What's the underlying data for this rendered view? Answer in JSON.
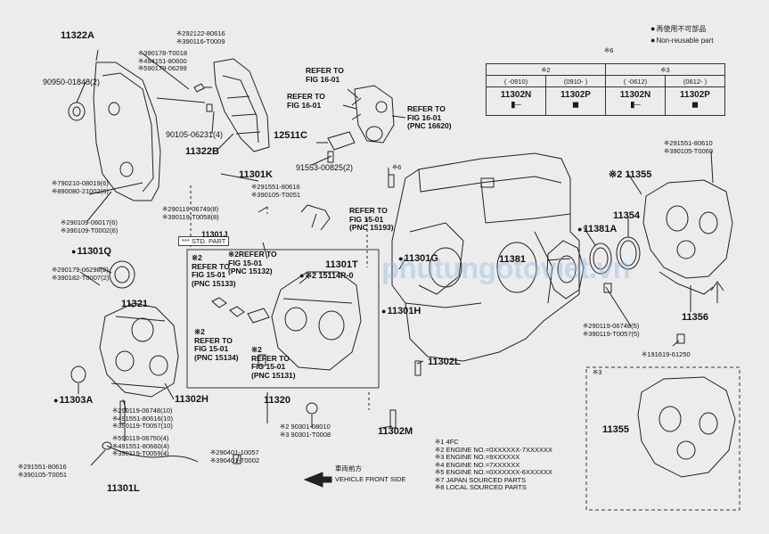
{
  "legend": {
    "not_reusable_cn": "再使用不可部品",
    "not_reusable_en": "Non-reusable part"
  },
  "std_part": "*** STD. PART",
  "watermark": "phutungotoviet.vn",
  "vehicle_front": {
    "cn": "車両前方",
    "en": "VEHICLE FRONT SIDE"
  },
  "footnotes": [
    "※1 4FC",
    "※2 ENGINE NO.=0XXXXXX-7XXXXXX",
    "※3 ENGINE NO.=9XXXXXX",
    "※4 ENGINE NO.=7XXXXXX",
    "※5 ENGINE NO.=0XXXXXX-6XXXXXX",
    "※7 JAPAN SOURCED PARTS",
    "※8 LOCAL SOURCED PARTS"
  ],
  "table": {
    "top": "※6",
    "g2": "※2",
    "g3": "※3",
    "r1": "(    -0910)",
    "r2": "(0910-    )",
    "r3": "(    -0612)",
    "r4": "(0612-    )",
    "p1": "11302N",
    "p2": "11302P",
    "p3": "11302N",
    "p4": "11302P"
  },
  "labels": {
    "l11322A": "11322A",
    "l90950": "90950-01848(2)",
    "l292122": "※292122-80616\n※390116-T0009",
    "l390178": "※390178-T0018\n※494151-80600\n※590179-06299",
    "l90105a": "90105-06231(4)",
    "l11322B": "11322B",
    "l79021": "※790210-08019(6)\n※890080-21002(6)",
    "l290109": "※290109-06017(6)\n※390109-T0002(6)",
    "l11301K": "11301K",
    "l291551a": "※291551-80616\n※390105-T0051",
    "l290119a": "※290119-06749(8)\n※390119-T0058(8)",
    "l11301J": "11301J",
    "l11301Q": "11301Q",
    "l290179": "※290179-06298(2)\n※390182-T0007(2)",
    "l11321": "11321",
    "l11303A": "11303A",
    "l11302H": "11302H",
    "l290119b": "※290119-06748(10)\n※491551-80616(10)\n※390119-T0057(10)",
    "l590119": "※590119-06750(4)\n※491551-80660(4)\n※390119-T0059(4)",
    "l291551b": "※291551-80616\n※390105-T0051",
    "l11301L": "11301L",
    "ref1601a": "REFER TO\nFIG 16-01",
    "ref1601b": "REFER TO\nFIG 16-01",
    "ref1601c": "REFER TO\nFIG 16-01\n(PNC 16620)",
    "l12511C": "12511C",
    "l91553": "91553-00825(2)",
    "star6": "※6",
    "ref1501a": "REFER TO\nFIG 15-01\n(PNC 15193)",
    "ref1501b": "※2REFER TO\nFIG 15-01\n(PNC 15132)",
    "ref1501c": "※2\nREFER TO\nFIG 15-01\n(PNC 15133)",
    "l11301T": "11301T",
    "l15114": "※2 15114R-0",
    "l11301G": "11301G",
    "l11301H": "11301H",
    "ref1501d": "※2\nREFER TO\nFIG 15-01\n(PNC 15134)",
    "ref1501e": "※2\nREFER TO\nFIG 15-01\n(PNC 15131)",
    "l11320": "11320",
    "l90301": "※2 90301-08010\n※3 90301-T0008",
    "l290401": "※290401-10057\n※390401-T0002",
    "l11302M": "11302M",
    "l11302L": "11302L",
    "l11381": "11381",
    "l11381A": "11381A",
    "l11355": "※2 11355",
    "l11354": "11354",
    "l291551c": "※291551-80610\n※390105-T0069",
    "l11356": "11356",
    "l290119c": "※290119-06748(5)\n※390119-T0057(5)",
    "l91619": "※191619-61250",
    "star3": "※3",
    "l11355b": "11355"
  }
}
